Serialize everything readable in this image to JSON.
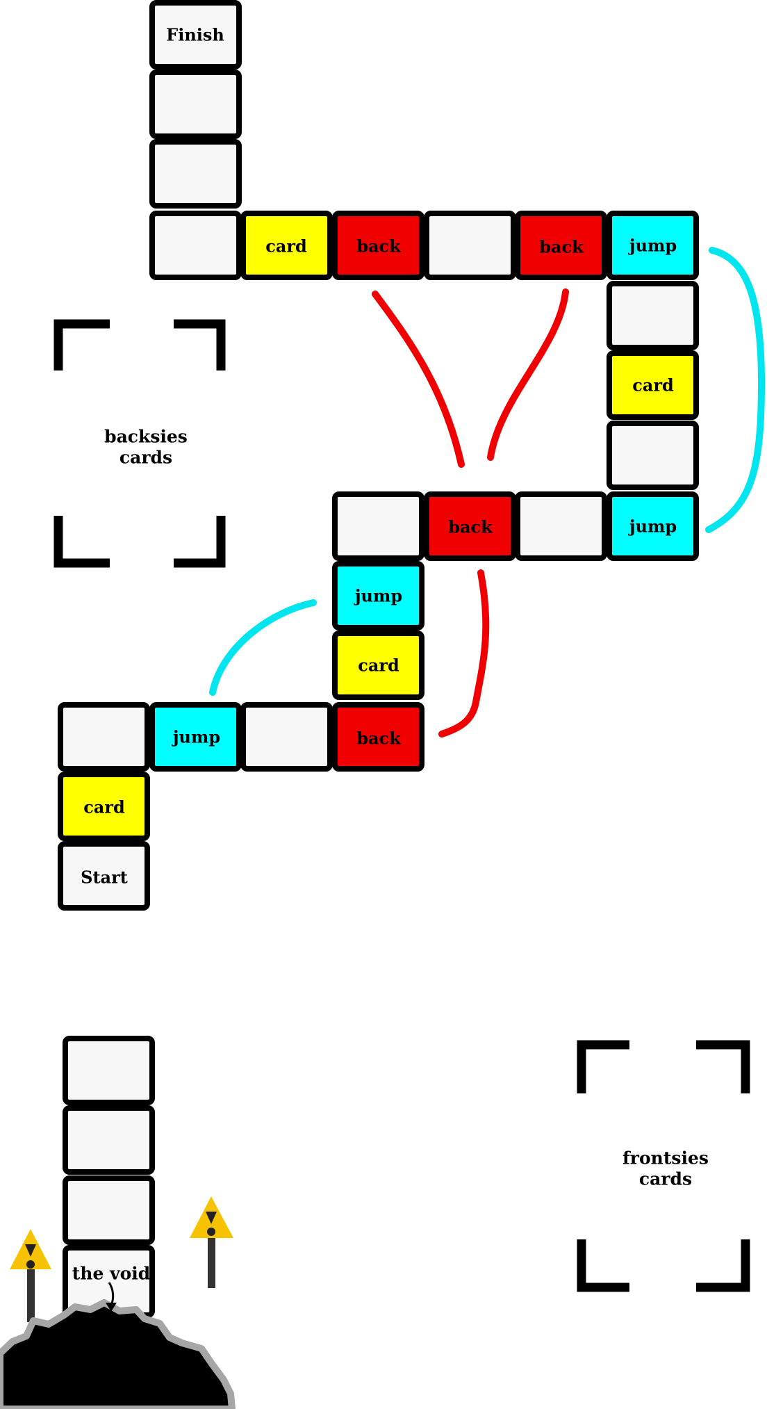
{
  "board": {
    "finish_label": "Finish",
    "start_label": "Start",
    "card_label": "card",
    "back_label": "back",
    "jump_label": "jump"
  },
  "colors": {
    "blank": "#f7f7f7",
    "card": "#ffff00",
    "back": "#f00000",
    "jump": "#00ffff",
    "border": "#000000",
    "back_connector": "#f00000",
    "jump_connector": "#00e5ee",
    "warning_sign": "#f7c300",
    "void_fill": "#000000",
    "void_rim": "#a6a6a6"
  },
  "card_piles": [
    {
      "id": "backsies",
      "label_line1": "backsies",
      "label_line2": "cards"
    },
    {
      "id": "frontsies",
      "label_line1": "frontsies",
      "label_line2": "cards"
    }
  ],
  "void_area": {
    "label": "the void",
    "icons": [
      "warning-sign-icon",
      "warning-sign-icon",
      "arrow-down-icon",
      "pit-icon"
    ]
  }
}
